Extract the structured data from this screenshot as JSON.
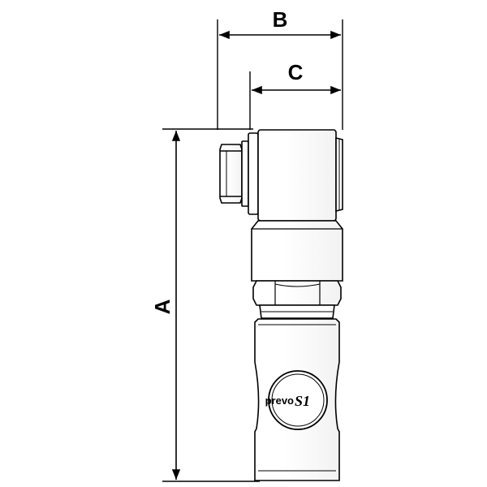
{
  "dimensions": {
    "a": "A",
    "b": "B",
    "c": "C"
  },
  "logo": {
    "text": "prevo",
    "mark": "S1"
  }
}
